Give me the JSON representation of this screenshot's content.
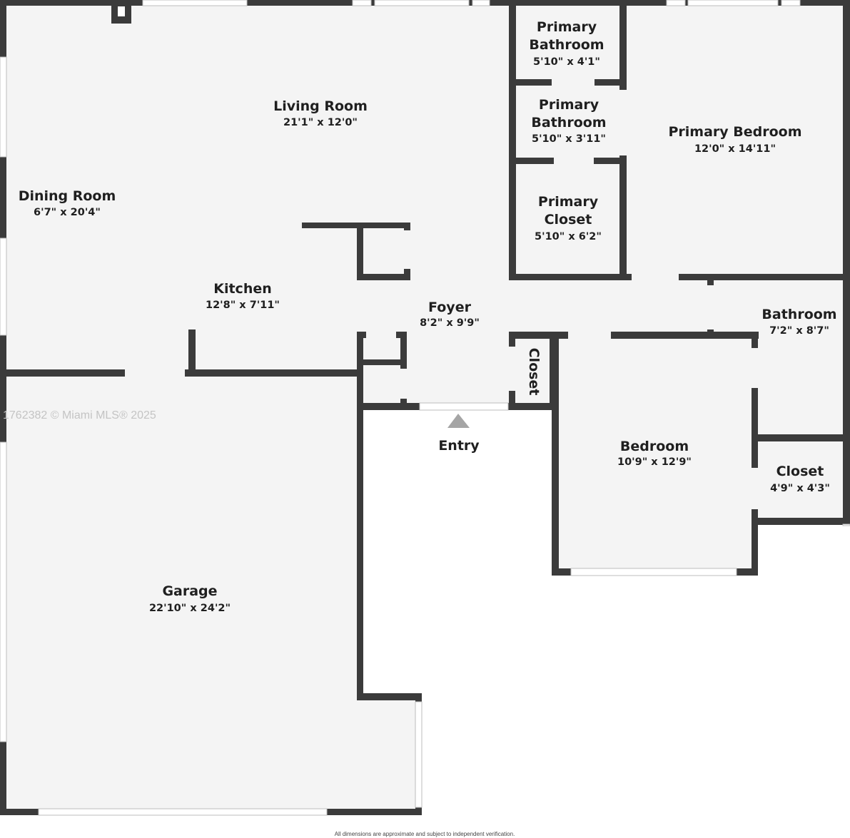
{
  "colors": {
    "wall": "#3b3b3b",
    "floor": "#f4f4f4",
    "background": "#ffffff",
    "entry_marker": "#a5a5a5"
  },
  "rooms": {
    "living_room": {
      "name": "Living Room",
      "dims": "21'1\" x 12'0\""
    },
    "dining_room": {
      "name": "Dining Room",
      "dims": "6'7\" x 20'4\""
    },
    "kitchen": {
      "name": "Kitchen",
      "dims": "12'8\" x 7'11\""
    },
    "foyer": {
      "name": "Foyer",
      "dims": "8'2\" x 9'9\""
    },
    "primary_bathroom_1": {
      "name_line1": "Primary",
      "name_line2": "Bathroom",
      "dims": "5'10\" x 4'1\""
    },
    "primary_bathroom_2": {
      "name_line1": "Primary",
      "name_line2": "Bathroom",
      "dims": "5'10\" x 3'11\""
    },
    "primary_closet": {
      "name_line1": "Primary",
      "name_line2": "Closet",
      "dims": "5'10\" x 6'2\""
    },
    "primary_bedroom": {
      "name": "Primary Bedroom",
      "dims": "12'0\" x 14'11\""
    },
    "bathroom": {
      "name": "Bathroom",
      "dims": "7'2\" x 8'7\""
    },
    "closet_small": {
      "name": "Closet"
    },
    "bedroom": {
      "name": "Bedroom",
      "dims": "10'9\" x 12'9\""
    },
    "closet": {
      "name": "Closet",
      "dims": "4'9\" x 4'3\""
    },
    "garage": {
      "name": "Garage",
      "dims": "22'10\" x 24'2\""
    }
  },
  "entry_label": "Entry",
  "watermark": "1762382 © Miami MLS® 2025",
  "disclaimer": "All dimensions are approximate and subject to independent verification."
}
